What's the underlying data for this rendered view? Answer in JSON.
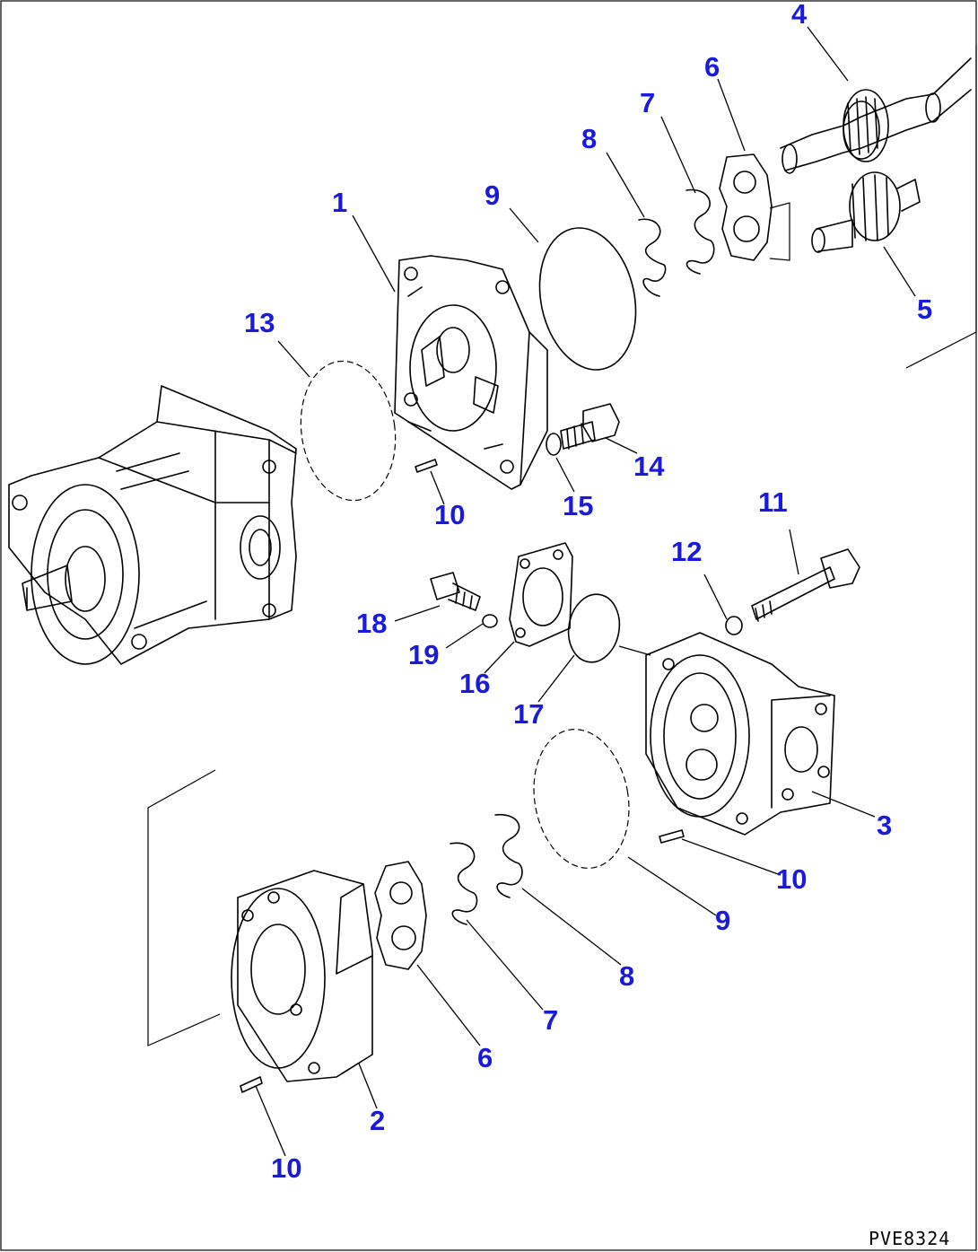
{
  "diagram": {
    "drawing_code": "PVE8324",
    "callouts": [
      {
        "id": "c1",
        "text": "1"
      },
      {
        "id": "c2",
        "text": "2"
      },
      {
        "id": "c3",
        "text": "3"
      },
      {
        "id": "c4",
        "text": "4"
      },
      {
        "id": "c5",
        "text": "5"
      },
      {
        "id": "c6a",
        "text": "6"
      },
      {
        "id": "c6b",
        "text": "6"
      },
      {
        "id": "c7a",
        "text": "7"
      },
      {
        "id": "c7b",
        "text": "7"
      },
      {
        "id": "c8a",
        "text": "8"
      },
      {
        "id": "c8b",
        "text": "8"
      },
      {
        "id": "c9a",
        "text": "9"
      },
      {
        "id": "c9b",
        "text": "9"
      },
      {
        "id": "c10a",
        "text": "10"
      },
      {
        "id": "c10b",
        "text": "10"
      },
      {
        "id": "c10c",
        "text": "10"
      },
      {
        "id": "c11",
        "text": "11"
      },
      {
        "id": "c12",
        "text": "12"
      },
      {
        "id": "c13",
        "text": "13"
      },
      {
        "id": "c14",
        "text": "14"
      },
      {
        "id": "c15",
        "text": "15"
      },
      {
        "id": "c16",
        "text": "16"
      },
      {
        "id": "c17",
        "text": "17"
      },
      {
        "id": "c18",
        "text": "18"
      },
      {
        "id": "c19",
        "text": "19"
      }
    ],
    "colors": {
      "callout": "#1a1adc",
      "line": "#000000",
      "background": "#ffffff"
    }
  }
}
